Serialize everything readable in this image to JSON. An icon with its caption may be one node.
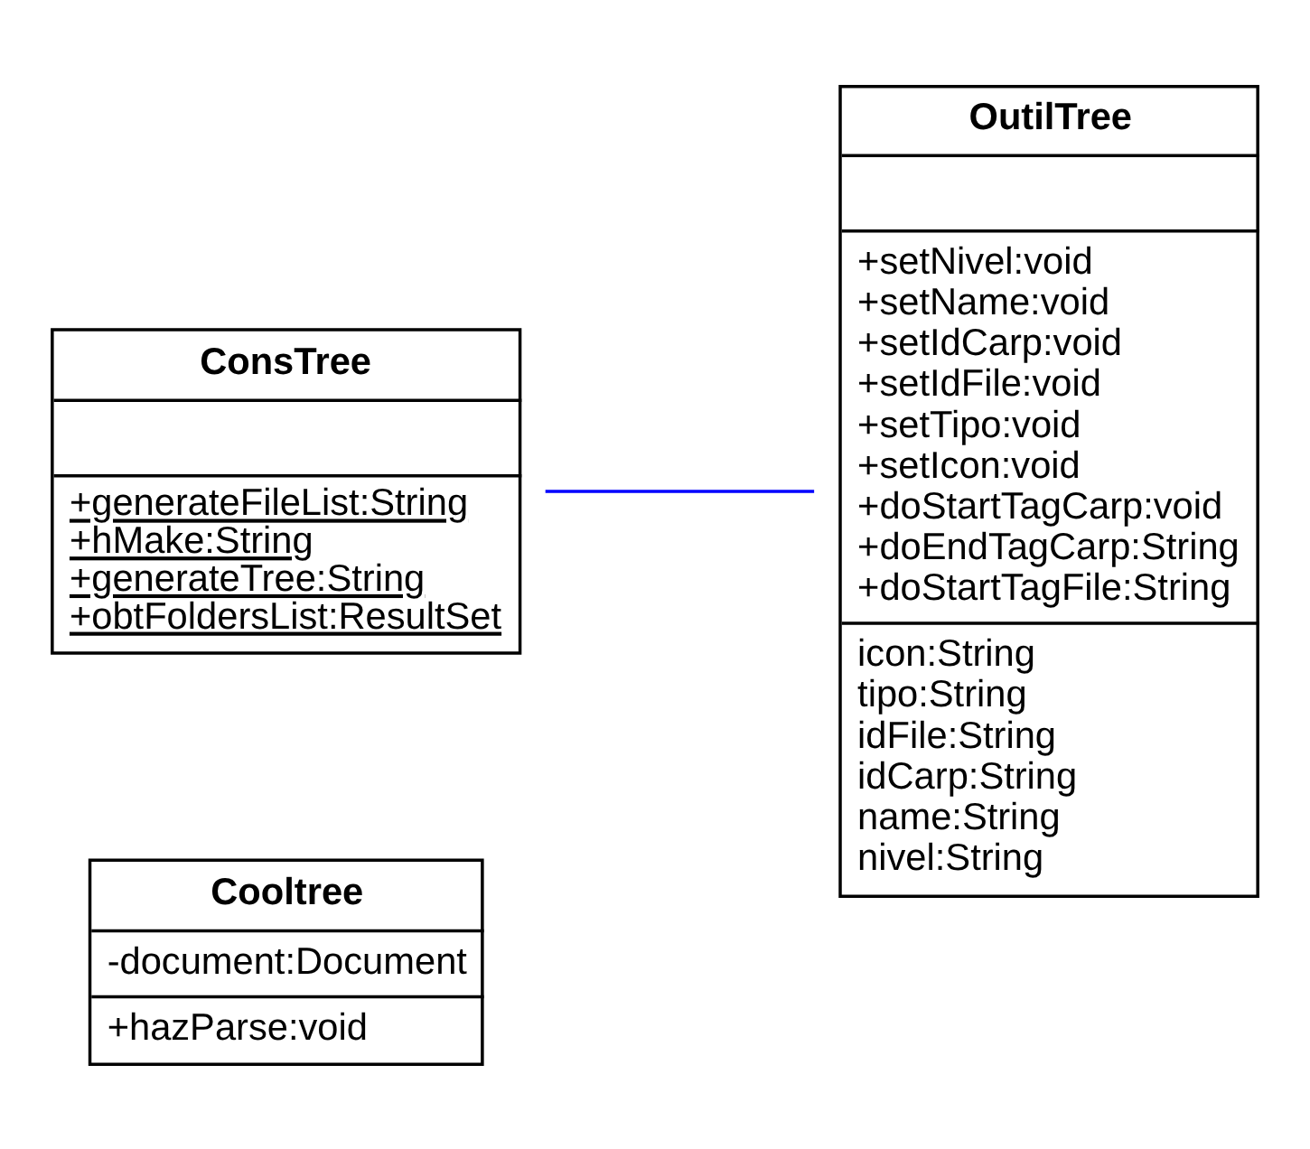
{
  "diagram": {
    "nodes": [
      {
        "text": [
          "ConsTree",
          "+generateFileList:String",
          "+hMake:String",
          "+generateTree:String",
          "+obtFoldersList:ResultSet"
        ]
      },
      {
        "text": [
          "OutilTree",
          "+setNivel:void",
          "+setName:void",
          "+setIdCarp:void",
          "+setIdFile:void",
          "+setTipo:void",
          "+setIcon:void",
          "+doStartTagCarp:void",
          "+doEndTagCarp:String",
          "+doStartTagFile:String",
          "icon:String",
          "tipo:String",
          "idFile:String",
          "idCarp:String",
          "name:String",
          "nivel:String"
        ]
      },
      {
        "text": [
          "Cooltree",
          "-document:Document",
          "+hazParse:void"
        ]
      }
    ],
    "edges": [
      {
        "from": 0,
        "to": 1,
        "arrow": "none",
        "color": "#0000ff"
      }
    ]
  }
}
